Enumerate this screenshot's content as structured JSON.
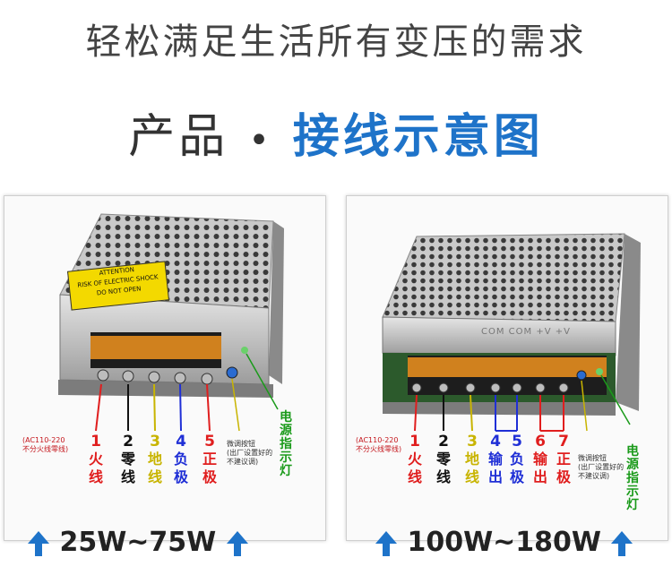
{
  "header": {
    "tagline": "轻松满足生活所有变压的需求",
    "title_prefix": "产品",
    "title_dot": "•",
    "title_highlight": "接线示意图"
  },
  "left_panel": {
    "attention_sign": {
      "line1": "ATTENTION",
      "line2": "RISK OF ELECTRIC SHOCK",
      "line3": "DO NOT OPEN"
    },
    "ac_note": {
      "line1": "(AC110-220",
      "line2": "不分火线零线)"
    },
    "terminals": [
      {
        "num": "1",
        "label": "火线",
        "color": "#e01e1e"
      },
      {
        "num": "2",
        "label": "零线",
        "color": "#111111"
      },
      {
        "num": "3",
        "label": "地线",
        "color": "#c8b400"
      },
      {
        "num": "4",
        "label": "负极",
        "color": "#1f2fd6"
      },
      {
        "num": "5",
        "label": "正极",
        "color": "#e01e1e"
      }
    ],
    "button_note": {
      "line1": "微调按钮",
      "line2": "(出厂设置好的",
      "line3": "不建议调)"
    },
    "led_label": "电源指示灯",
    "footer": "25W~75W"
  },
  "right_panel": {
    "panel_text": "COM COM +V +V",
    "ac_note": {
      "line1": "(AC110-220",
      "line2": "不分火线零线)"
    },
    "terminals": [
      {
        "num": "1",
        "label": "火线",
        "color": "#e01e1e"
      },
      {
        "num": "2",
        "label": "零线",
        "color": "#111111"
      },
      {
        "num": "3",
        "label": "地线",
        "color": "#c8b400"
      },
      {
        "num": "4",
        "label": "输出",
        "color": "#1f2fd6"
      },
      {
        "num": "5",
        "label": "负极",
        "color": "#1f2fd6"
      },
      {
        "num": "6",
        "label": "输出",
        "color": "#e01e1e"
      },
      {
        "num": "7",
        "label": "正极",
        "color": "#e01e1e"
      }
    ],
    "button_note": {
      "line1": "微调按钮",
      "line2": "(出厂设置好的",
      "line3": "不建议调)"
    },
    "led_label": "电源指示灯",
    "footer": "100W~180W"
  },
  "colors": {
    "accent": "#1e73c9",
    "fire": "#e01e1e",
    "neutral": "#111111",
    "ground": "#c8b400",
    "negative": "#1f2fd6",
    "led": "#1a9a1a"
  },
  "icons": {
    "footer_arrows": "up-arrow-icon"
  }
}
